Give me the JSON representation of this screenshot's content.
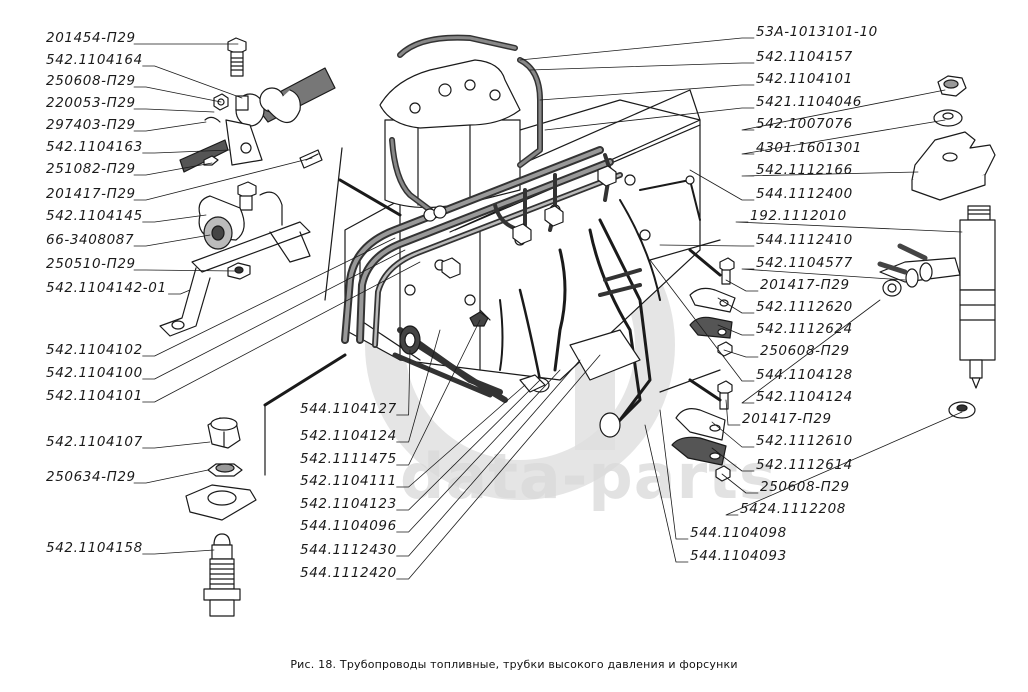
{
  "figure": {
    "caption": "Рис. 18. Трубопроводы топливные, трубки высокого давления и форсунки",
    "watermark": "data-parts",
    "colors": {
      "ink": "#1a1a1a",
      "watermark": "#d9d9d9",
      "background": "#ffffff"
    }
  },
  "labels_left_top": [
    "201454-П29",
    "542.1104164",
    "250608-П29",
    "220053-П29",
    "297403-П29",
    "542.1104163",
    "251082-П29",
    "201417-П29",
    "542.1104145",
    "66-3408087",
    "250510-П29",
    "542.1104142-01"
  ],
  "labels_left_mid": [
    "542.1104102",
    "542.1104100",
    "542.1104101"
  ],
  "labels_left_bottom": [
    "542.1104107",
    "250634-П29",
    "542.1104158"
  ],
  "labels_center_bottom": [
    "544.1104127",
    "542.1104124",
    "542.1111475",
    "542.1104111",
    "542.1104123",
    "544.1104096",
    "544.1112430",
    "544.1112420"
  ],
  "labels_right_top": [
    "53A-1013101-10",
    "542.1104157",
    "542.1104101",
    "5421.1104046",
    "542.1007076",
    "4301.1601301",
    "542.1112166",
    "544.1112400",
    "192.1112010",
    "544.1112410",
    "542.1104577",
    "201417-П29",
    "542.1112620",
    "542.1112624",
    "250608-П29",
    "544.1104128",
    "542.1104124",
    "201417-П29",
    "542.1112610",
    "542.1112614",
    "250608-П29",
    "5424.1112208",
    "544.1104098",
    "544.1104093"
  ]
}
